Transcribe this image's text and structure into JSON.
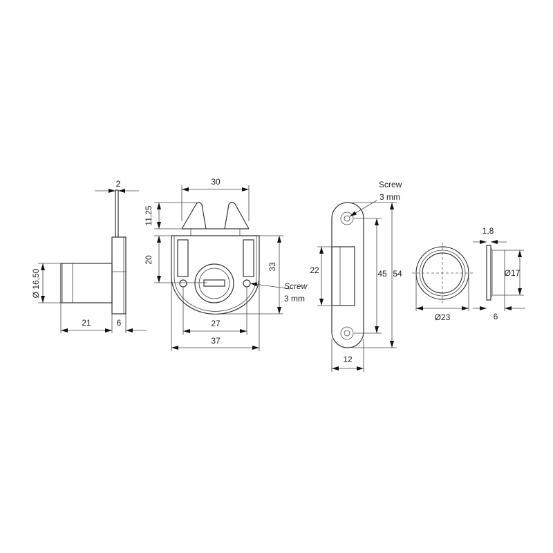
{
  "diagram": {
    "side_view": {
      "pin_width": "2",
      "diameter": "Ø 16,50",
      "cylinder_length": "21",
      "flange_thickness": "6"
    },
    "front_view": {
      "latch_width": "30",
      "latch_height": "11,25",
      "key_height": "20",
      "body_height": "33",
      "screw_spacing": "27",
      "body_width": "37",
      "screw_label": "Screw",
      "screw_size": "3 mm"
    },
    "strike_plate": {
      "screw_label": "Screw",
      "screw_size": "3 mm",
      "recess_height": "22",
      "hole_spacing": "45",
      "plate_height": "54",
      "plate_width": "12"
    },
    "ring_front": {
      "diameter": "Ø23"
    },
    "ring_side": {
      "flange": "1,8",
      "diameter": "Ø17",
      "depth": "6"
    }
  }
}
